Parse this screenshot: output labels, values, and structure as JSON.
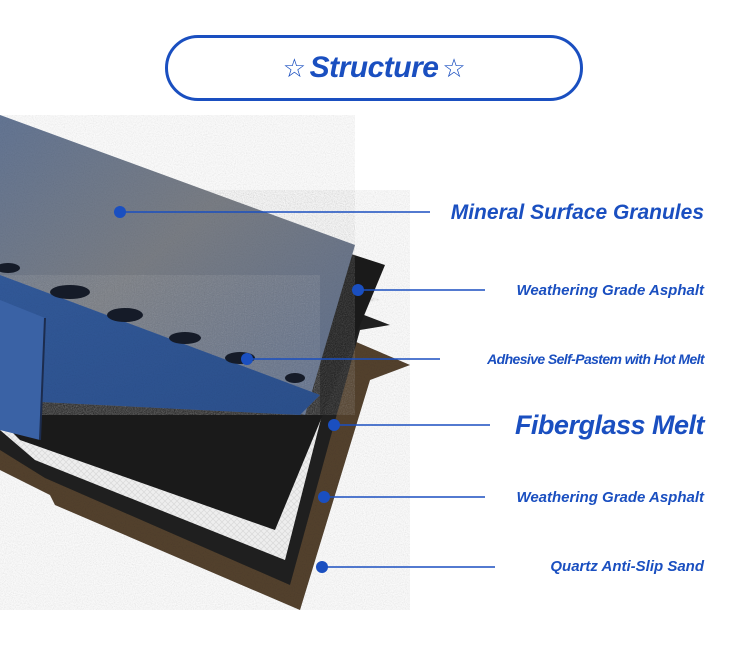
{
  "title": {
    "text": "Structure",
    "star_left": "☆",
    "star_right": "☆"
  },
  "layers": [
    {
      "label": "Mineral Surface Granules"
    },
    {
      "label": "Weathering Grade Asphalt"
    },
    {
      "label": "Adhesive Self-Pastem with Hot Melt"
    },
    {
      "label": "Fiberglass Melt"
    },
    {
      "label": "Weathering Grade Asphalt"
    },
    {
      "label": "Quartz Anti-Slip Sand"
    }
  ],
  "colors": {
    "accent": "#1a4fc0",
    "granule_blue": "#3a5f9c",
    "asphalt": "#1c1c1c",
    "fiberglass": "#e6e6e6",
    "sand": "#4e3d2a"
  }
}
